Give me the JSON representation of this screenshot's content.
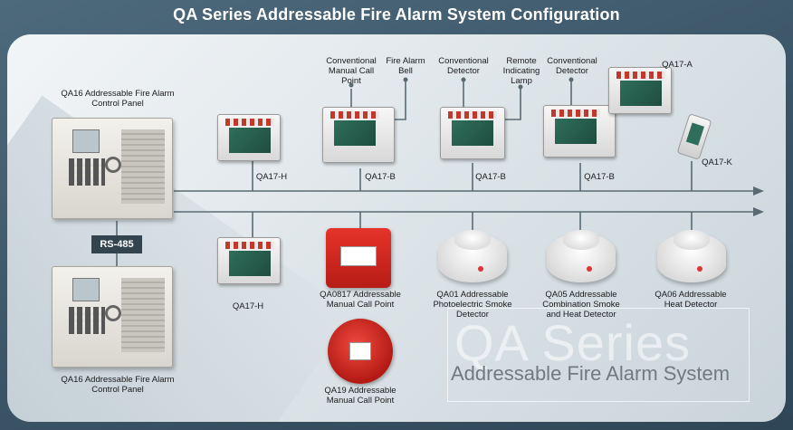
{
  "title": "QA Series Addressable Fire Alarm System Configuration",
  "panels": {
    "top_label": "QA16 Addressable Fire Alarm Control Panel",
    "bottom_label": "QA16 Addressable Fire Alarm Control Panel",
    "link_label": "RS-485"
  },
  "top_bus": {
    "modules": [
      {
        "label": "QA17-H"
      },
      {
        "label": "QA17-B"
      },
      {
        "label": "QA17-B"
      },
      {
        "label": "QA17-B"
      },
      {
        "label": "QA17-A"
      },
      {
        "label": "QA17-K"
      }
    ],
    "field_devices": [
      {
        "label": "Conventional Manual Call Point"
      },
      {
        "label": "Fire Alarm Bell"
      },
      {
        "label": "Conventional Detector"
      },
      {
        "label": "Remote Indicating Lamp"
      },
      {
        "label": "Conventional Detector"
      }
    ]
  },
  "bottom_bus": {
    "devices": [
      {
        "label": "QA17-H"
      },
      {
        "label": "QA0817 Addressable Manual Call Point"
      },
      {
        "label": "QA01 Addressable Photoelectric Smoke Detector"
      },
      {
        "label": "QA05 Addressable Combination Smoke and Heat Detector"
      },
      {
        "label": "QA06 Addressable Heat Detector"
      },
      {
        "label": "QA19 Addressable Manual Call Point"
      }
    ]
  },
  "watermark": {
    "big": "QA Series",
    "small": "Addressable Fire Alarm System"
  },
  "colors": {
    "background": "#3e5a6c",
    "bus_line": "#5a6a73",
    "device_red": "#d9261c",
    "label_bg": "#33444f"
  }
}
